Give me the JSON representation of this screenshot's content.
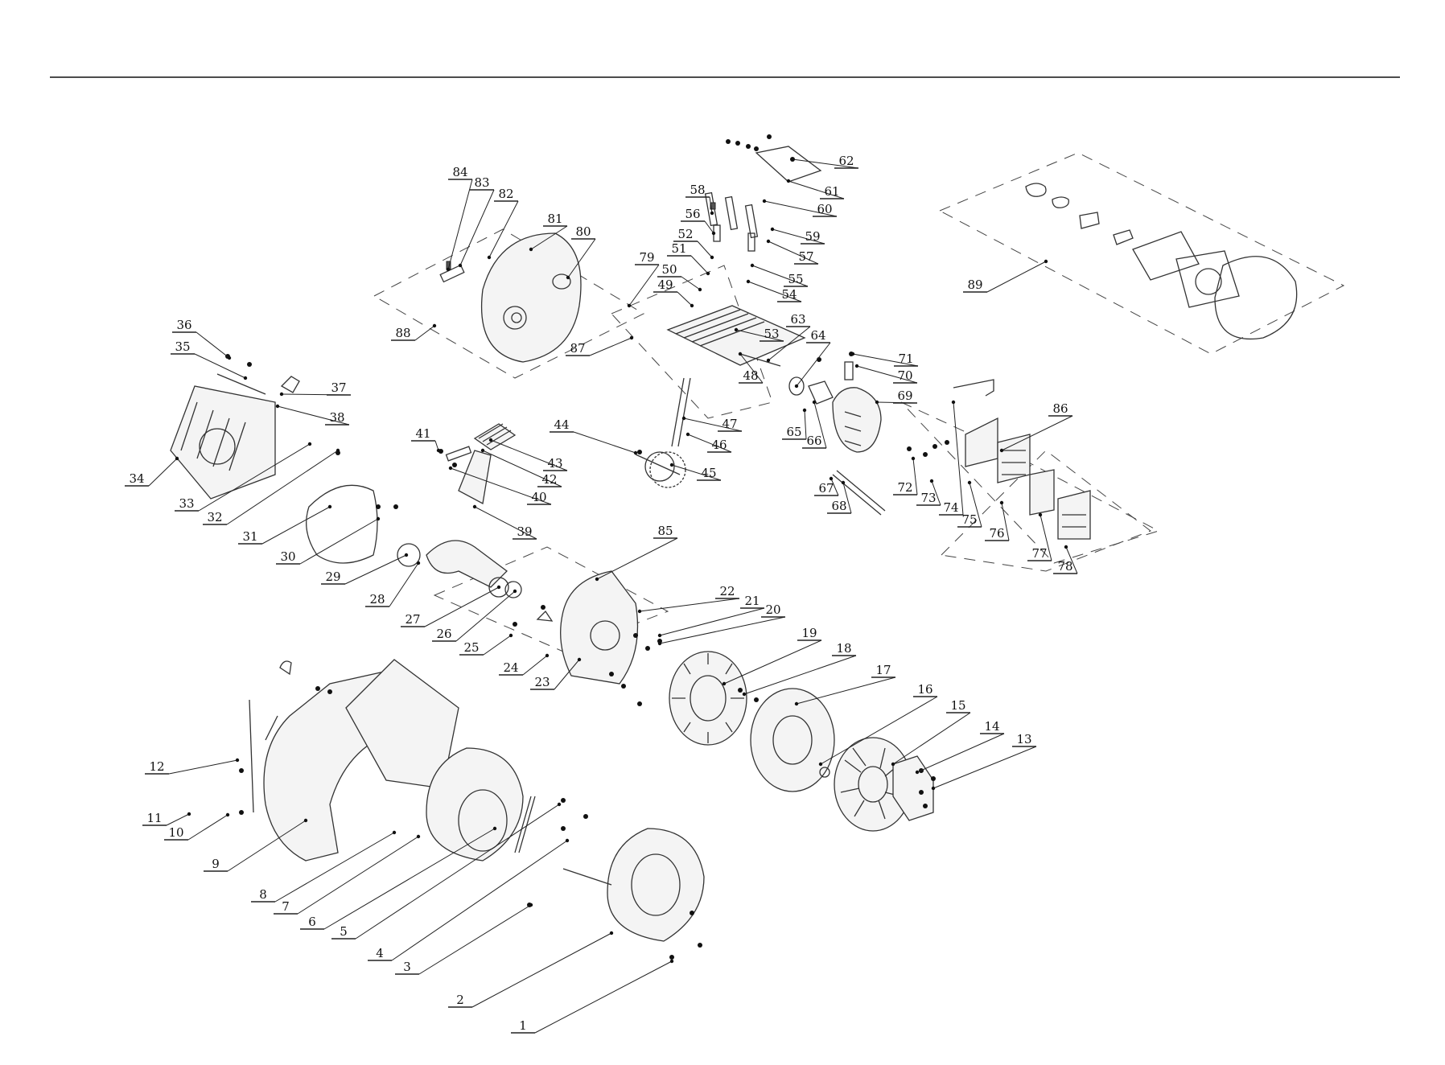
{
  "callouts": [
    "1",
    "2",
    "3",
    "4",
    "5",
    "6",
    "7",
    "8",
    "9",
    "10",
    "11",
    "12",
    "13",
    "14",
    "15",
    "16",
    "17",
    "18",
    "19",
    "20",
    "21",
    "22",
    "23",
    "24",
    "25",
    "26",
    "27",
    "28",
    "29",
    "30",
    "31",
    "32",
    "33",
    "34",
    "35",
    "36",
    "37",
    "38",
    "39",
    "40",
    "41",
    "42",
    "43",
    "44",
    "45",
    "46",
    "47",
    "48",
    "49",
    "50",
    "51",
    "52",
    "53",
    "54",
    "55",
    "56",
    "57",
    "58",
    "59",
    "60",
    "61",
    "62",
    "63",
    "64",
    "65",
    "66",
    "67",
    "68",
    "69",
    "70",
    "71",
    "72",
    "73",
    "74",
    "75",
    "76",
    "77",
    "78",
    "79",
    "80",
    "81",
    "82",
    "83",
    "84",
    "85",
    "86",
    "87",
    "88",
    "89"
  ],
  "gasket_kit_callouts": [
    "80",
    "64",
    "66",
    "72",
    "60",
    "35",
    "31"
  ],
  "colors": {
    "line": "#222222",
    "background": "#ffffff"
  }
}
